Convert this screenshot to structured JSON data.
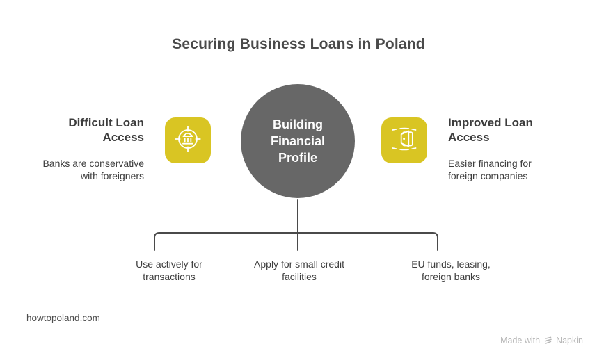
{
  "title": "Securing Business Loans in Poland",
  "colors": {
    "accent_yellow": "#d9c523",
    "circle_gray": "#676767",
    "connector_line": "#4a4a4a",
    "heading_text": "#3d3d3d",
    "credit_gray": "#b5b5b5"
  },
  "center_node": {
    "label": "Building\nFinancial\nProfile"
  },
  "left_branch": {
    "icon": "bank-target-icon",
    "heading": "Difficult Loan\nAccess",
    "description": "Banks are conservative\nwith foreigners"
  },
  "right_branch": {
    "icon": "open-door-icon",
    "heading": "Improved Loan\nAccess",
    "description": "Easier financing for\nforeign companies"
  },
  "bottom_items": [
    {
      "label": "Use actively for\ntransactions"
    },
    {
      "label": "Apply for small credit\nfacilities"
    },
    {
      "label": "EU funds, leasing,\nforeign banks"
    }
  ],
  "footer": {
    "website": "howtopoland.com",
    "credit_prefix": "Made with",
    "credit_brand": "Napkin",
    "credit_icon": "napkin-logo-icon"
  }
}
